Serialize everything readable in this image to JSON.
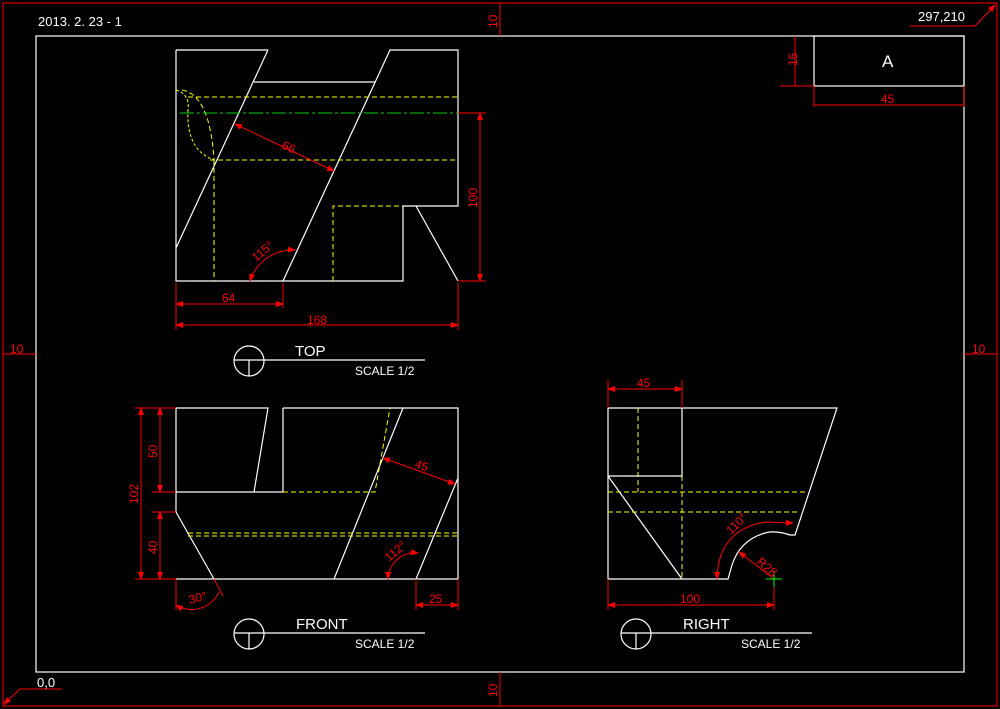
{
  "sheet": {
    "id": "2013. 2. 23 - 1",
    "top_right": "297,210",
    "origin": "0,0",
    "margin_top": "10",
    "margin_bottom": "10",
    "margin_left": "10",
    "margin_right": "10"
  },
  "title_block": {
    "letter": "A",
    "height_dim": "15",
    "width_dim": "45"
  },
  "views": {
    "top": {
      "title": "TOP",
      "scale": "SCALE 1/2",
      "dims": {
        "d66": "66",
        "d100": "100",
        "d64": "64",
        "d168": "168",
        "a115": "115°"
      }
    },
    "front": {
      "title": "FRONT",
      "scale": "SCALE 1/2",
      "dims": {
        "d102": "102",
        "d50": "50",
        "d40": "40",
        "d45": "45",
        "a30": "30°",
        "a112": "112°",
        "d25": "25"
      }
    },
    "right": {
      "title": "RIGHT",
      "scale": "SCALE 1/2",
      "dims": {
        "d45": "45",
        "d100": "100",
        "a110": "110°",
        "r28": "R28"
      }
    }
  },
  "colors": {
    "border": "#ff0000",
    "object": "#ffffff",
    "hidden": "#ffff00",
    "center": "#00cc00"
  }
}
